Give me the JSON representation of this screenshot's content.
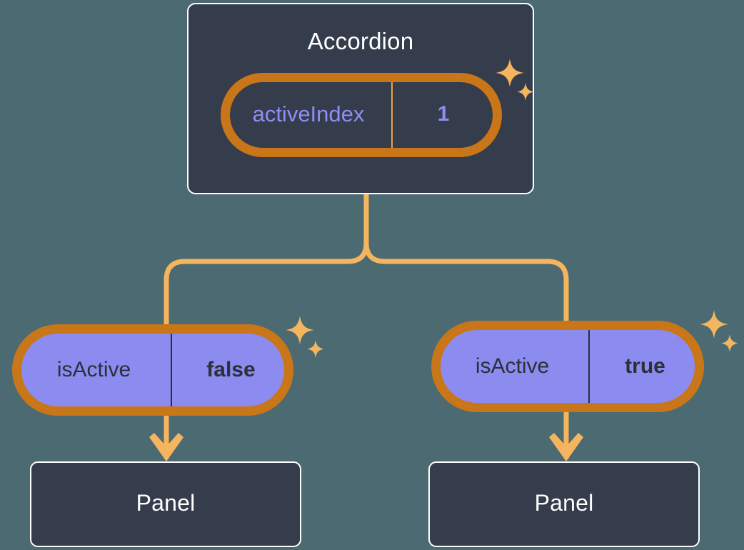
{
  "diagram": {
    "type": "component-state-tree",
    "background_color": "#4c6a72",
    "accent_color": "#f5b55f",
    "accent_dark_color": "#c97618",
    "node_fill_color": "#353c4b",
    "state_pill_color": "#8b8bf0",
    "state_text_color": "#8e8ef5"
  },
  "root": {
    "title": "Accordion",
    "state": {
      "key": "activeIndex",
      "value": "1",
      "sparkle_icon": "sparkle-icon"
    }
  },
  "children": [
    {
      "state": {
        "key": "isActive",
        "value": "false",
        "sparkle_icon": "sparkle-icon"
      },
      "panel": {
        "title": "Panel"
      }
    },
    {
      "state": {
        "key": "isActive",
        "value": "true",
        "sparkle_icon": "sparkle-icon"
      },
      "panel": {
        "title": "Panel"
      }
    }
  ]
}
